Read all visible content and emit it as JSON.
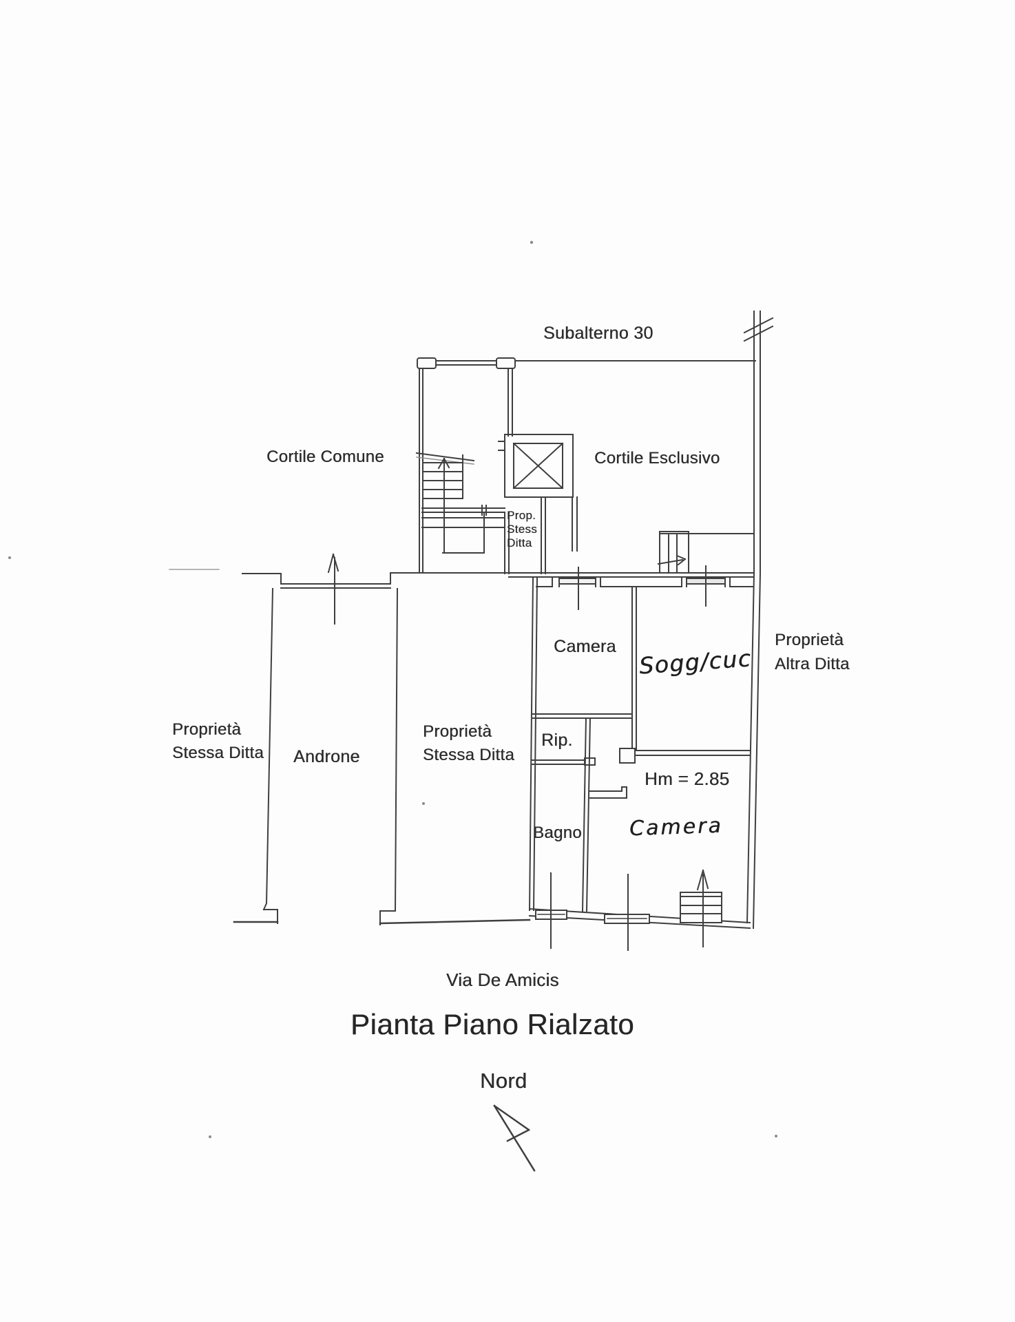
{
  "plan": {
    "labels": {
      "subalterno": "Subalterno 30",
      "cortile_comune": "Cortile Comune",
      "cortile_esclusivo": "Cortile Esclusivo",
      "prop_small_line1": "Prop.",
      "prop_small_line2": "Stess",
      "prop_small_line3": "Ditta",
      "camera_top": "Camera",
      "sogg_cuc": "Sogg/cuc",
      "prop_altra_line1": "Proprietà",
      "prop_altra_line2": "Altra Ditta",
      "prop_left_line1": "Proprietà",
      "prop_left_line2": "Stessa Ditta",
      "androne": "Androne",
      "prop_mid_line1": "Proprietà",
      "prop_mid_line2": "Stessa Ditta",
      "rip": "Rip.",
      "hm": "Hm = 2.85",
      "bagno": "Bagno",
      "camera_bottom": "Camera",
      "via": "Via De Amicis",
      "title": "Pianta Piano Rialzato",
      "nord": "Nord",
      "height_value": "2.85"
    },
    "ink_color": "#3f3f3f",
    "faint_color": "#8f8f8f",
    "background": "#fdfdfd"
  }
}
